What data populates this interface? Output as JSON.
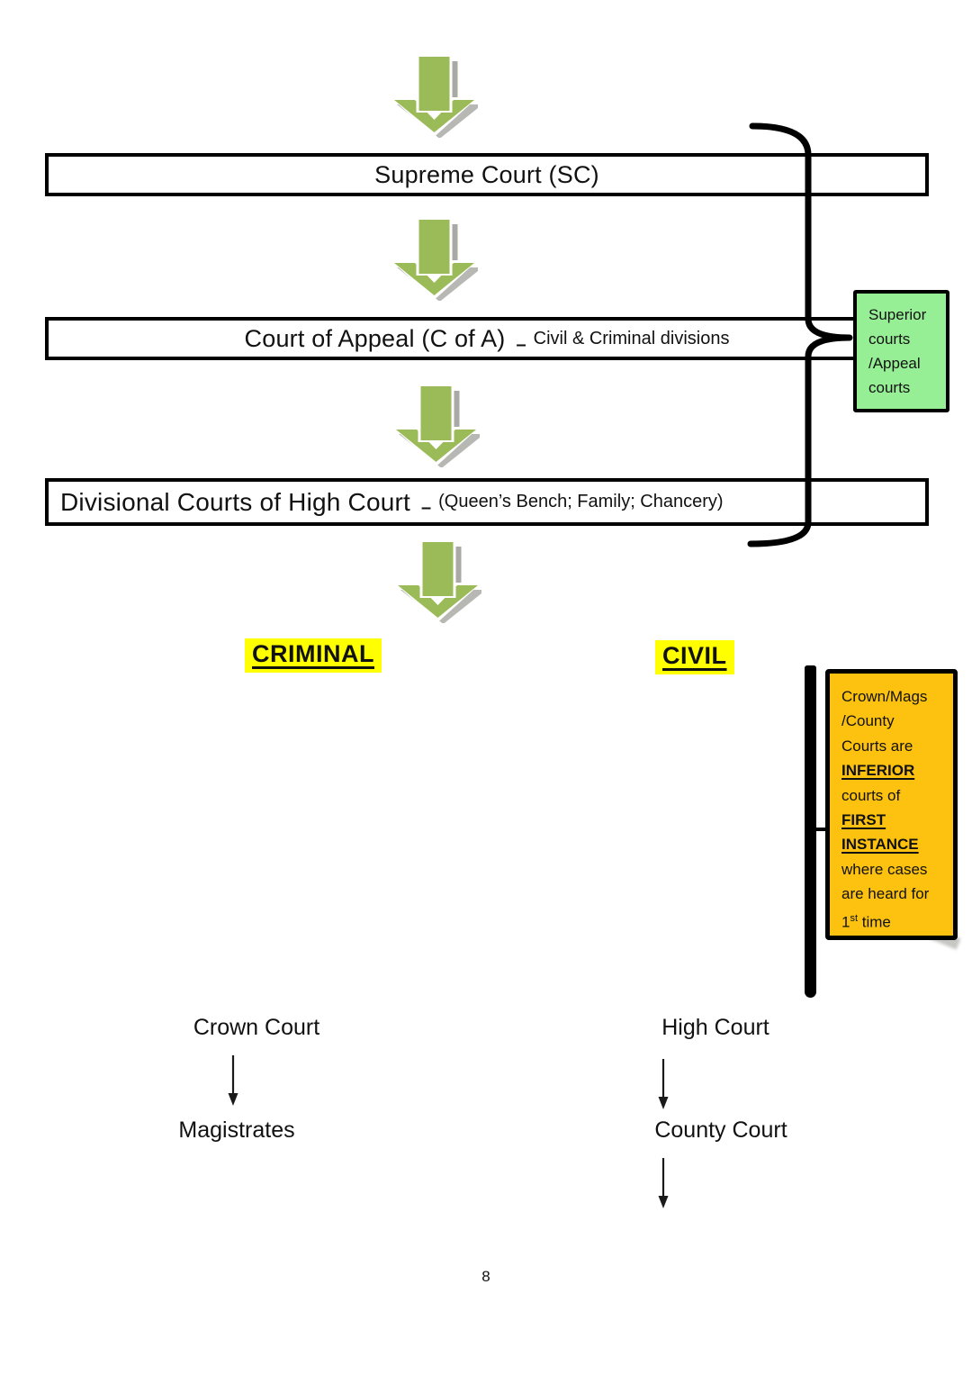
{
  "colors": {
    "arrow_green": "#9bbb59",
    "arrow_shadow": "#b7b7b3",
    "highlight_yellow": "#ffff00",
    "superior_note_green": "#97ef95",
    "inferior_note_orange": "#fdc20f",
    "line_black": "#000000"
  },
  "court_boxes": [
    {
      "title": "Supreme Court (SC)"
    },
    {
      "title": "Court of Appeal (C of A)",
      "dash": "–",
      "annotation": "Civil & Criminal divisions"
    },
    {
      "title": "Divisional Courts of High Court",
      "dash": "–",
      "annotation": "(Queen’s Bench; Family; Chancery)"
    }
  ],
  "superior_note": {
    "line1": "Superior",
    "line2": "courts",
    "line3": "/Appeal",
    "line4": "courts"
  },
  "section_labels": {
    "criminal": "CRIMINAL",
    "civil": "CIVIL"
  },
  "inferior_note": {
    "line1": "Crown/Mags",
    "line2": "/County",
    "line3": "Courts are",
    "line4": "INFERIOR",
    "line5": "courts of",
    "line6": "FIRST",
    "line7": "INSTANCE",
    "line8": "where cases",
    "line9": "are heard for",
    "line10_base": "1",
    "line10_sup": "st",
    "line10_rest": " time"
  },
  "criminal_branch": {
    "top": "Crown Court",
    "bottom": "Magistrates"
  },
  "civil_branch": {
    "top": "High Court",
    "bottom": "County Court"
  },
  "page_number": "8"
}
